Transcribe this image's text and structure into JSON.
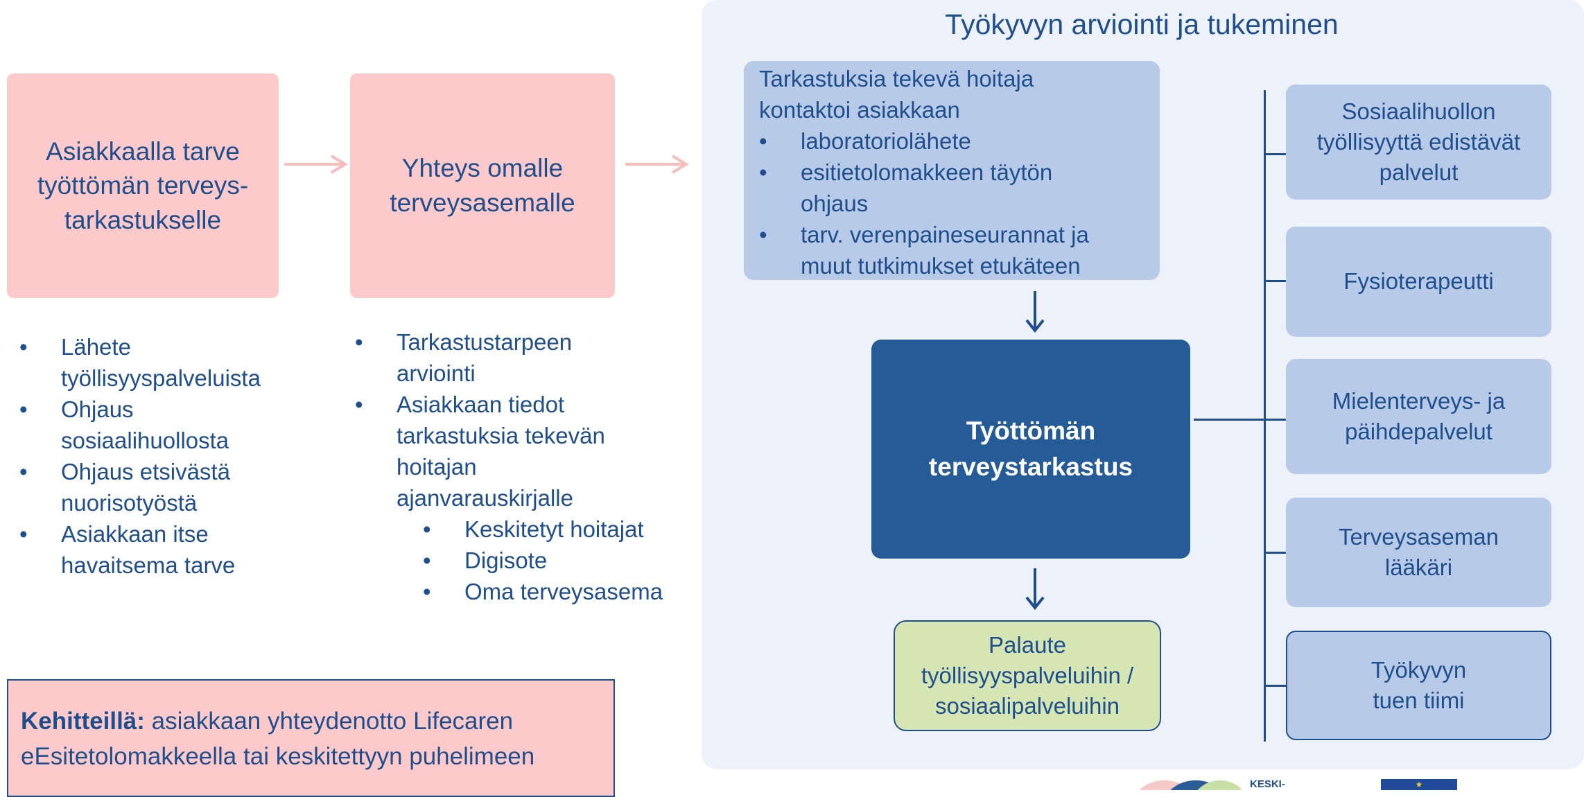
{
  "step1": {
    "text": "Asiakkaalla tarve työttömän terveys-tarkastukselle"
  },
  "step2": {
    "text": "Yhteys omalle terveysasemalle"
  },
  "step1_bullets": [
    "Lähete työllisyyspalveluista",
    "Ohjaus sosiaalihuollosta",
    "Ohjaus etsivästä nuorisotyöstä",
    "Asiakkaan itse havaitsema tarve"
  ],
  "step2_bullets": [
    "Tarkastustarpeen arviointi",
    "Asiakkaan tiedot tarkastuksia tekevän hoitajan ajanvarauskirjalle"
  ],
  "step2_subbullets": [
    "Keskitetyt hoitajat",
    "Digisote",
    "Oma terveysasema"
  ],
  "panel": {
    "title": "Työkyvyn arviointi ja tukeminen",
    "nurse": {
      "intro": "Tarkastuksia tekevä hoitaja kontaktoi asiakkaan",
      "bullets": [
        "laboratoriolähete",
        "esitietolomakkeen täytön ohjaus",
        "tarv. verenpaineseurannat ja muut tutkimukset etukäteen"
      ]
    },
    "main": "Työttömän terveystarkastus",
    "feedback": "Palaute työllisyyspalveluihin / sosiaalipalveluihin",
    "services": [
      "Sosiaalihuollon työllisyyttä edistävät palvelut",
      "Fysioterapeutti",
      "Mielenterveys- ja päihdepalvelut",
      "Terveysaseman lääkäri",
      "Työkyvyn tuen tiimi"
    ]
  },
  "callout": {
    "bold": "Kehitteillä:",
    "text": " asiakkaan yhteydenotto Lifecaren eEsitetolomakkeella tai keskitettyyn puhelimeen"
  },
  "logo_text": "KESKI-",
  "colors": {
    "pink": "#fccaca",
    "light_blue": "#b7cbe9",
    "dark_blue": "#255b96",
    "green": "#d5e6b4",
    "text_blue": "#1f4e8c"
  }
}
